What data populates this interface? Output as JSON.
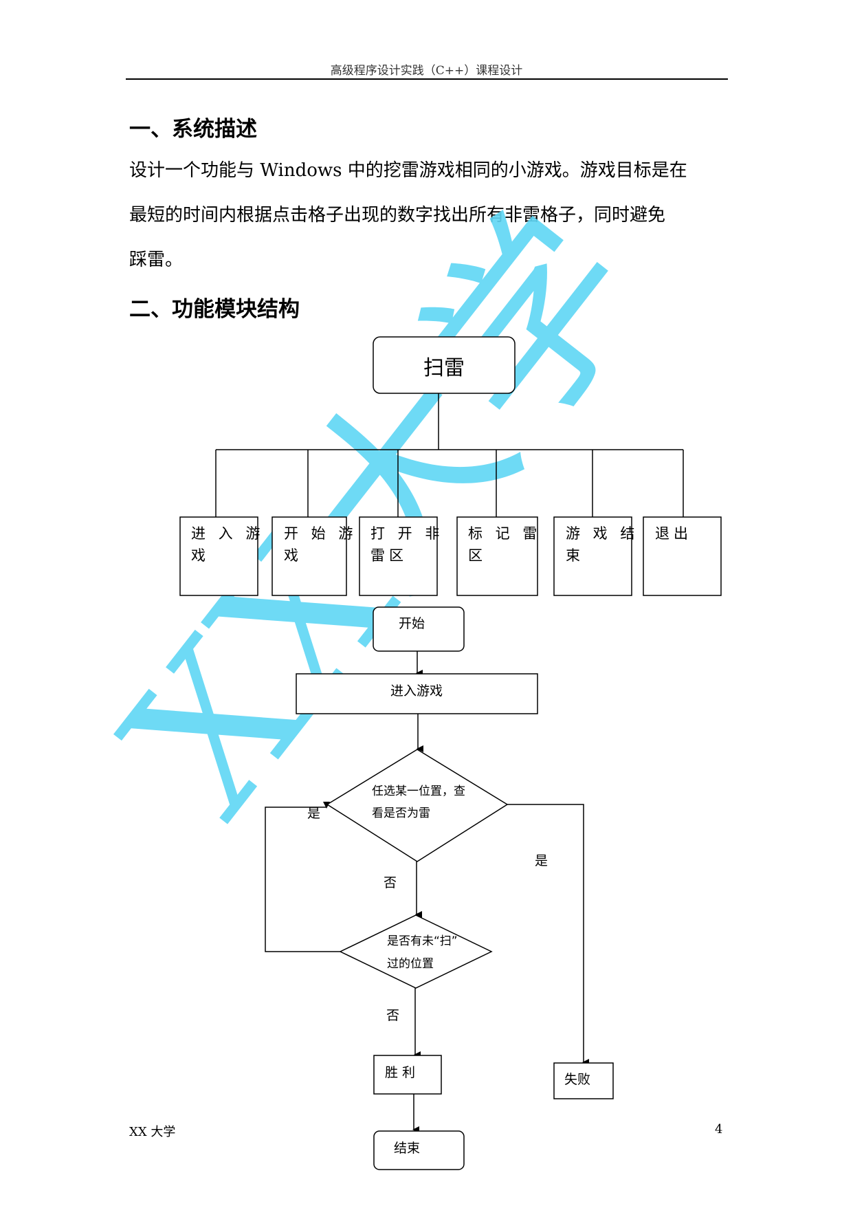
{
  "header": {
    "title": "高级程序设计实践（C++）课程设计"
  },
  "section1": {
    "heading": "一、系统描述",
    "lines": [
      "设计一个功能与 Windows 中的挖雷游戏相同的小游戏。游戏目标是在",
      "最短的时间内根据点击格子出现的数字找出所有非雷格子，同时避免",
      "踩雷。"
    ]
  },
  "section2": {
    "heading": "二、功能模块结构"
  },
  "watermark": {
    "text": "XX大学",
    "color": "#5fd6f5"
  },
  "module_tree": {
    "root": "扫雷",
    "modules": [
      {
        "line1": "进 入 游",
        "line2": "戏"
      },
      {
        "line1": "开 始 游",
        "line2": "戏"
      },
      {
        "line1": "打 开 非",
        "line2": "雷区"
      },
      {
        "line1": "标 记 雷",
        "line2": "区"
      },
      {
        "line1": "游 戏 结",
        "line2": "束"
      },
      {
        "line1": "退出",
        "line2": ""
      }
    ]
  },
  "flowchart": {
    "start": "开始",
    "enter": "进入游戏",
    "decision1": {
      "line1": "任选某一位置，查",
      "line2": "看是否为雷"
    },
    "decision2": {
      "line1": "是否有未“扫”",
      "line2": "过的位置"
    },
    "yes_left": "是",
    "yes_right": "是",
    "no_1": "否",
    "no_2": "否",
    "win": "胜 利",
    "lose": "失败",
    "end": "结束"
  },
  "footer": {
    "left": "XX 大学",
    "page": "4"
  }
}
